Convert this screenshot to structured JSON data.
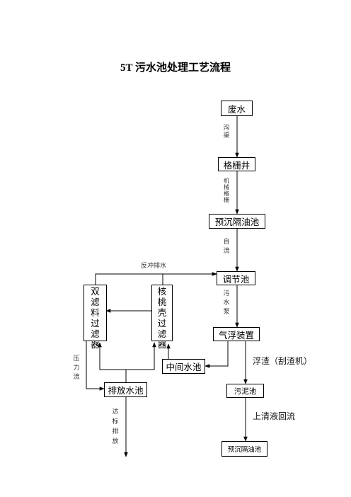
{
  "title": "5T 污水池处理工艺流程",
  "nodes": {
    "wastewater": "废水",
    "grille_well": "格栅井",
    "presettling_oil_1": "预沉隔油池",
    "regulating_tank": "调节池",
    "air_flotation": "气浮装置",
    "intermediate_tank": "中间水池",
    "discharge_tank": "排放水池",
    "sludge_tank": "污泥池",
    "presettling_oil_2": "预沉隔油池",
    "double_filter": "双滤料过滤器",
    "walnut_filter": "核桃壳过滤器"
  },
  "edge_labels": {
    "trench": "沟渠",
    "mechanical_grille": "机械格栅",
    "gravity_flow": "自流",
    "sewage_pump": "污水泵",
    "backwash_drain": "反冲排水",
    "pressure_flow": "压力流",
    "discharge_to_standard": "达标排放",
    "scum": "浮渣（刮渣机）",
    "supernatant_return": "上清液回流"
  }
}
